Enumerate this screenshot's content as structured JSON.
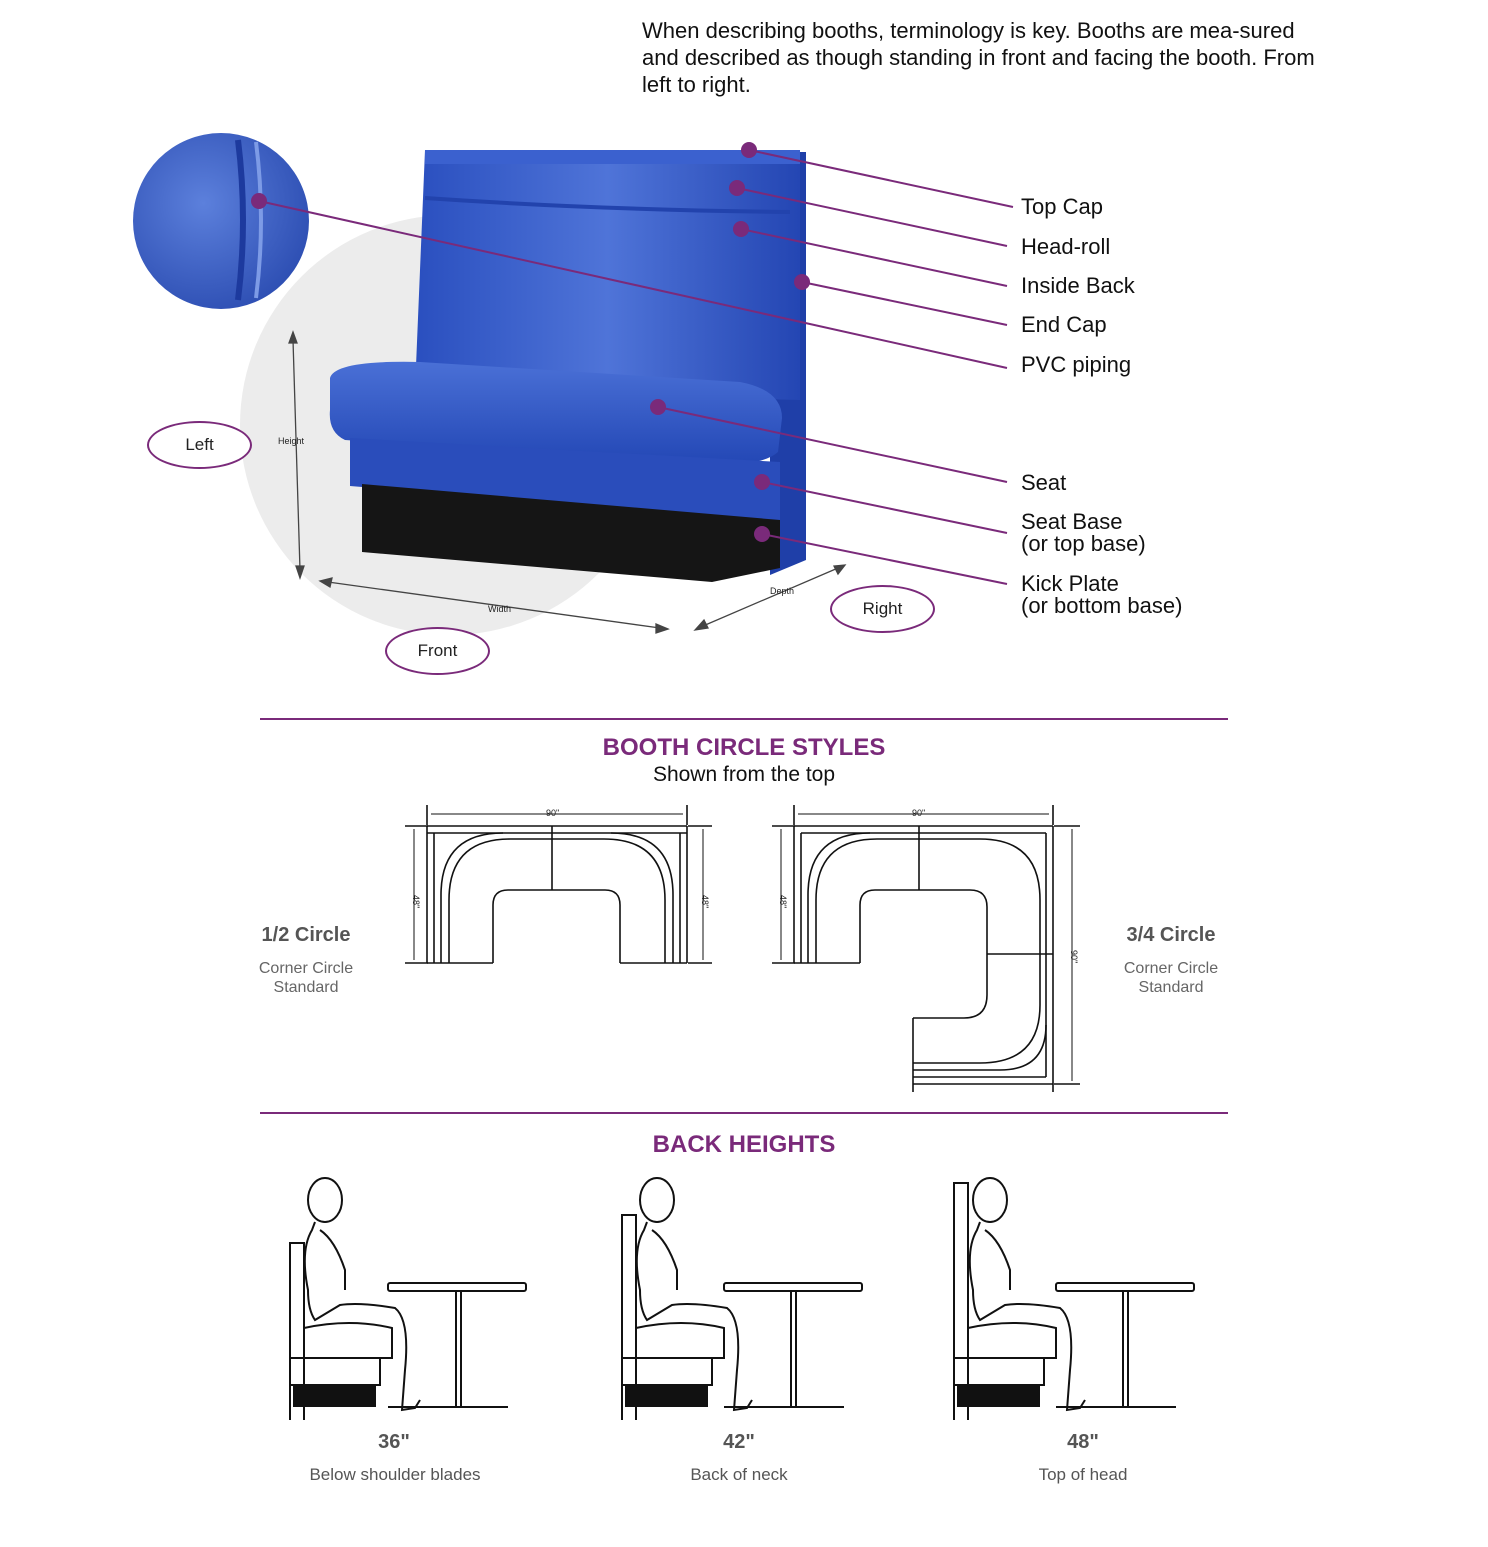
{
  "intro_text": "When describing booths, terminology is key. Booths are mea-sured and described as though standing in front and facing the booth. From left to right.",
  "parts": [
    {
      "label": "Top Cap"
    },
    {
      "label": "Head-roll"
    },
    {
      "label": "Inside Back"
    },
    {
      "label": "End Cap"
    },
    {
      "label": "PVC piping"
    },
    {
      "label": "Seat"
    },
    {
      "label": "Seat Base",
      "sub": "(or top base)"
    },
    {
      "label": "Kick Plate",
      "sub": "(or bottom base)"
    }
  ],
  "orientation": {
    "left": "Left",
    "right": "Right",
    "front": "Front"
  },
  "dimensions": {
    "height": "Height",
    "width": "Width",
    "depth": "Depth"
  },
  "circle_section": {
    "title": "BOOTH CIRCLE STYLES",
    "subtitle": "Shown from the top",
    "half": {
      "name": "1/2 Circle",
      "desc1": "Corner Circle",
      "desc2": "Standard",
      "dim_width": "90\"",
      "dim_depth": "48\""
    },
    "three_quarter": {
      "name": "3/4 Circle",
      "desc1": "Corner Circle",
      "desc2": "Standard",
      "dim_width": "90\"",
      "dim_depth": "48\"",
      "dim_side": "90\""
    }
  },
  "back_heights": {
    "title": "BACK HEIGHTS",
    "items": [
      {
        "value": "36\"",
        "desc": "Below shoulder blades"
      },
      {
        "value": "42\"",
        "desc": "Back of neck"
      },
      {
        "value": "48\"",
        "desc": "Top of head"
      }
    ]
  },
  "colors": {
    "accent": "#7a2a7a",
    "booth_blue": "#2d55c8",
    "kick": "#151515"
  }
}
